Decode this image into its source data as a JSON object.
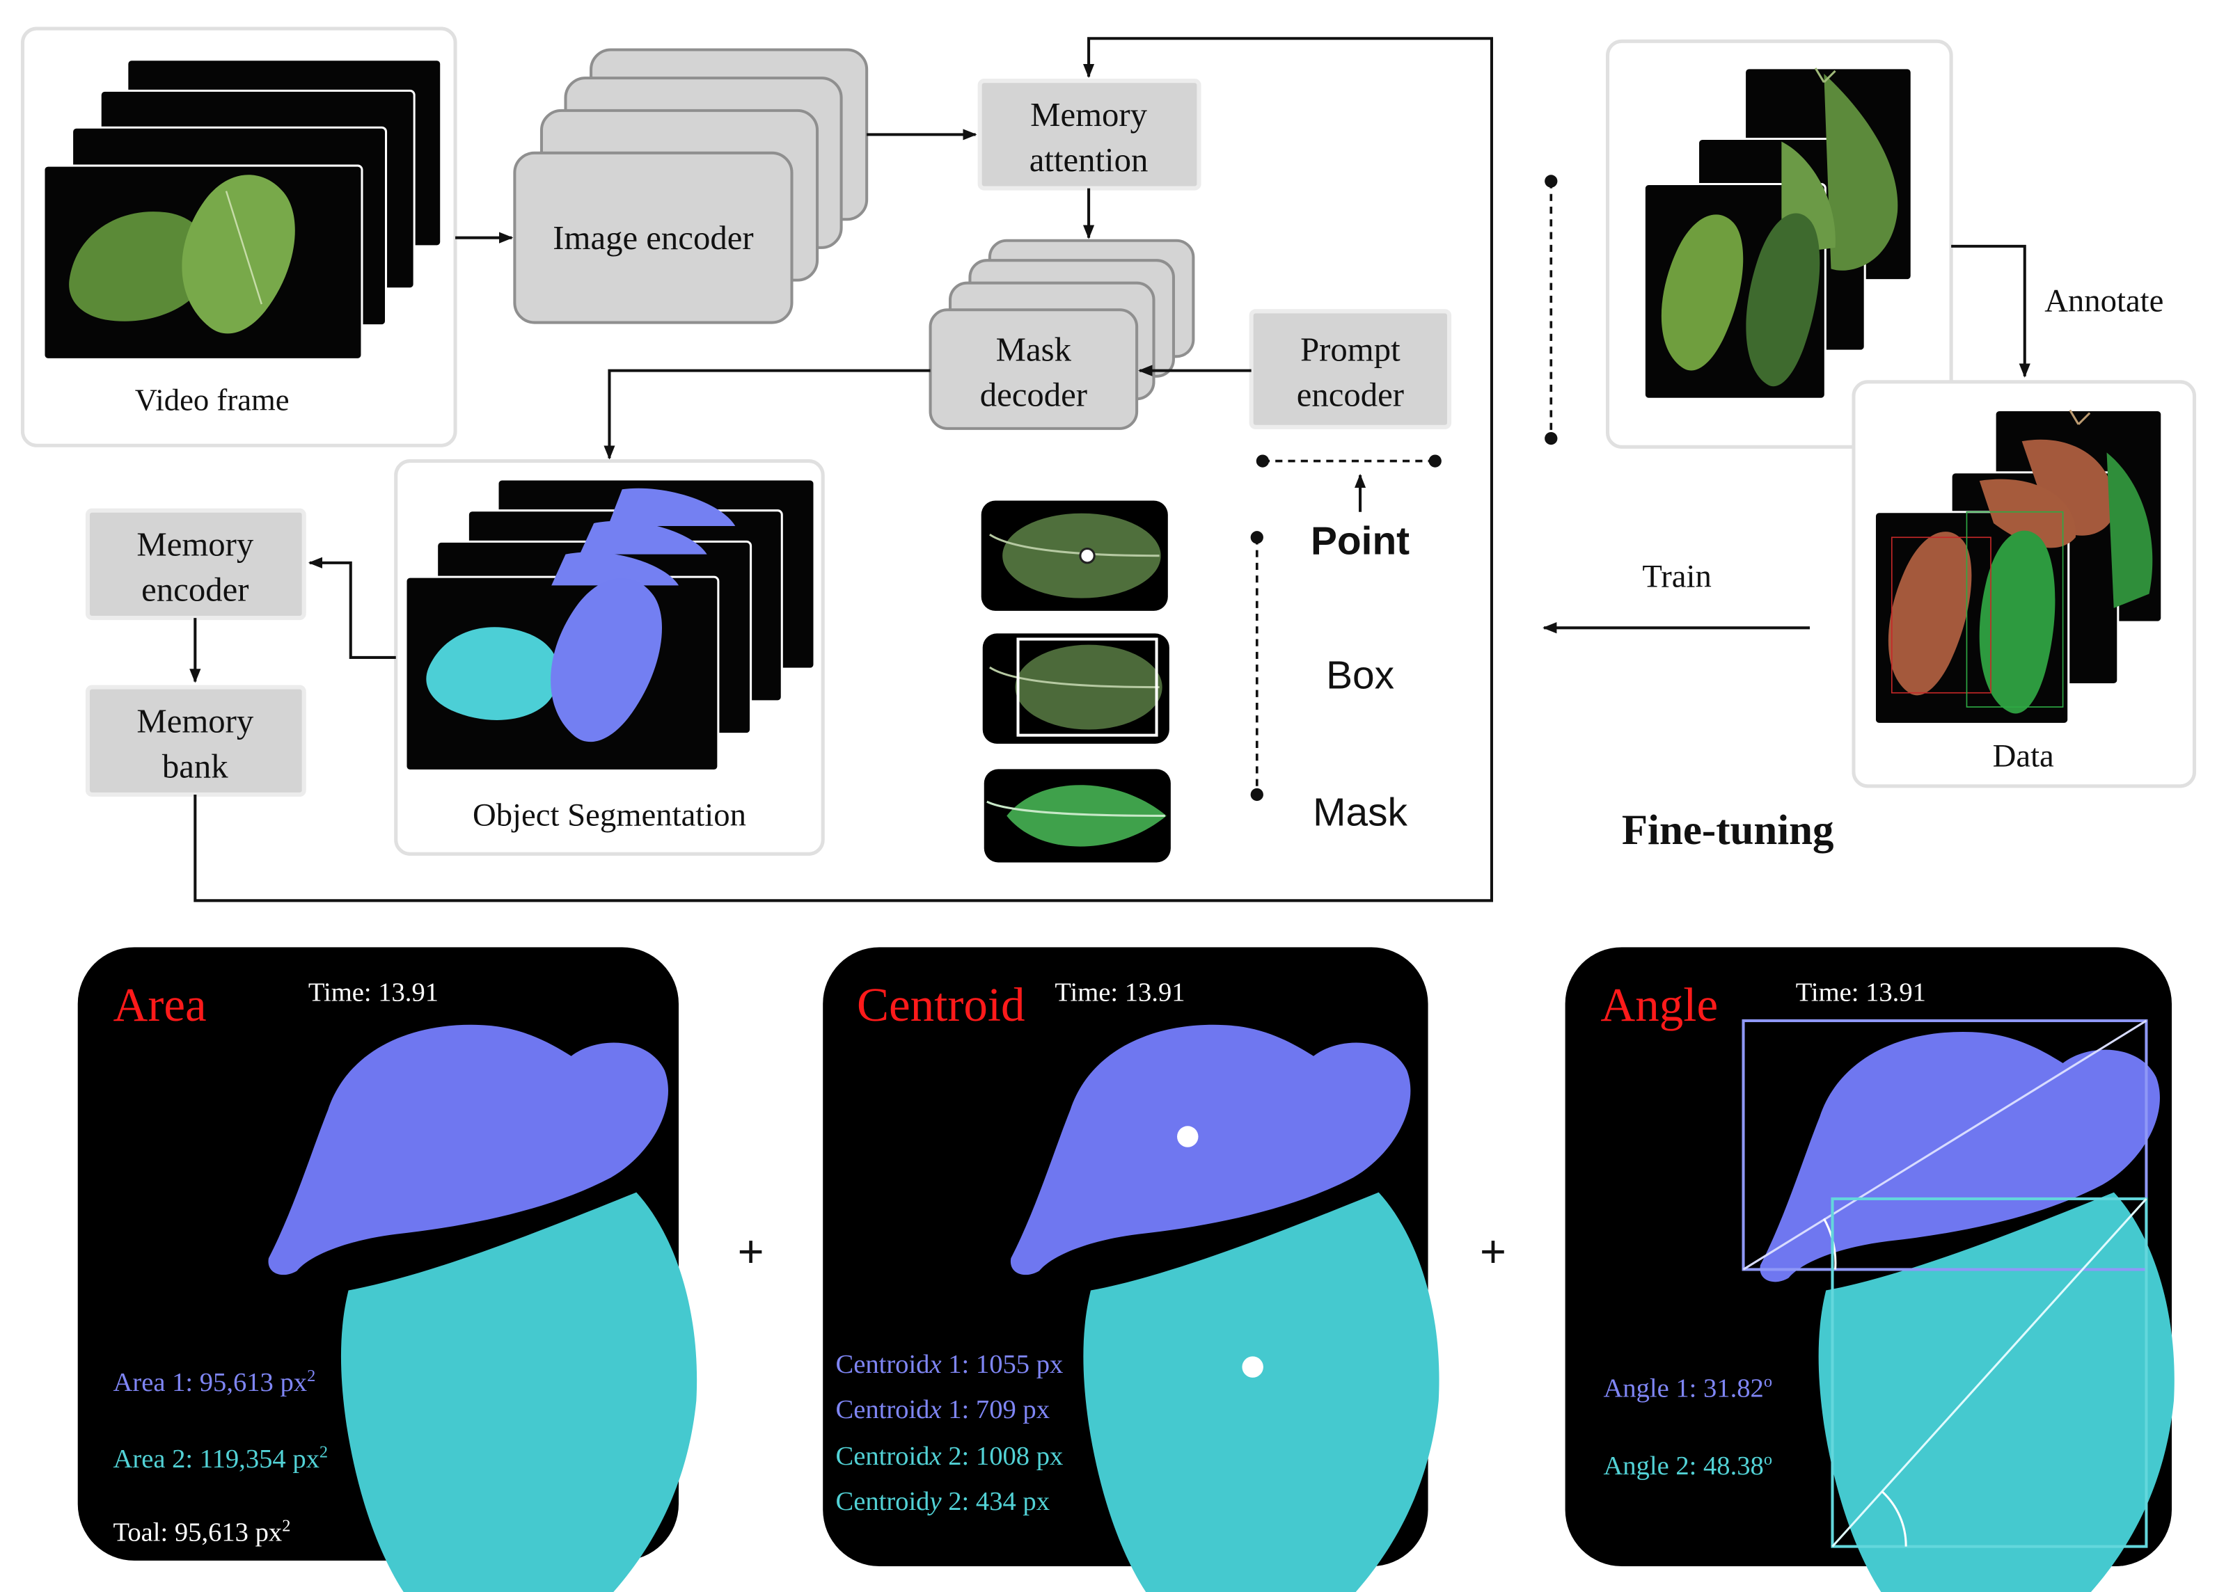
{
  "colors": {
    "gray_box": "#d4d4d4",
    "gray_border": "#a9a9a9",
    "leaf_blue": "#6f77f0",
    "leaf_cyan": "#45c9cf",
    "title_red": "#ff1a1a",
    "leaf_green": "#5f8d3d",
    "leaf_brown": "#a4593c"
  },
  "pipeline": {
    "video_frame": "Video frame",
    "image_encoder": "Image encoder",
    "memory_attention": [
      "Memory",
      "attention"
    ],
    "mask_decoder": [
      "Mask",
      "decoder"
    ],
    "prompt_encoder": [
      "Prompt",
      "encoder"
    ],
    "memory_encoder": [
      "Memory",
      "encoder"
    ],
    "memory_bank": [
      "Memory",
      "bank"
    ],
    "object_segmentation": "Object Segmentation",
    "prompts": {
      "point": "Point",
      "box": "Box",
      "mask": "Mask"
    }
  },
  "finetune": {
    "annotate": "Annotate",
    "train": "Train",
    "data": "Data",
    "title": "Fine-tuning"
  },
  "panels": {
    "area": {
      "title": "Area",
      "time": "Time: 13.91",
      "lines": [
        "Area 1: 95,613 px",
        "Area 2: 119,354 px",
        "Toal: 95,613 px"
      ],
      "sup": "2"
    },
    "centroid": {
      "title": "Centroid",
      "time": "Time: 13.91",
      "lines": [
        {
          "a": "Centroid",
          "b": "x",
          "c": " 1: 1055 px"
        },
        {
          "a": "Centroid",
          "b": "x",
          "c": " 1: 709 px"
        },
        {
          "a": "Centroid",
          "b": "x",
          "c": " 2: 1008 px"
        },
        {
          "a": "Centroid",
          "b": "y",
          "c": " 2: 434 px"
        }
      ]
    },
    "angle": {
      "title": "Angle",
      "time": "Time: 13.91",
      "lines": [
        "Angle 1: 31.82",
        "Angle 2: 48.38"
      ],
      "sup": "o"
    },
    "plus": "+"
  }
}
